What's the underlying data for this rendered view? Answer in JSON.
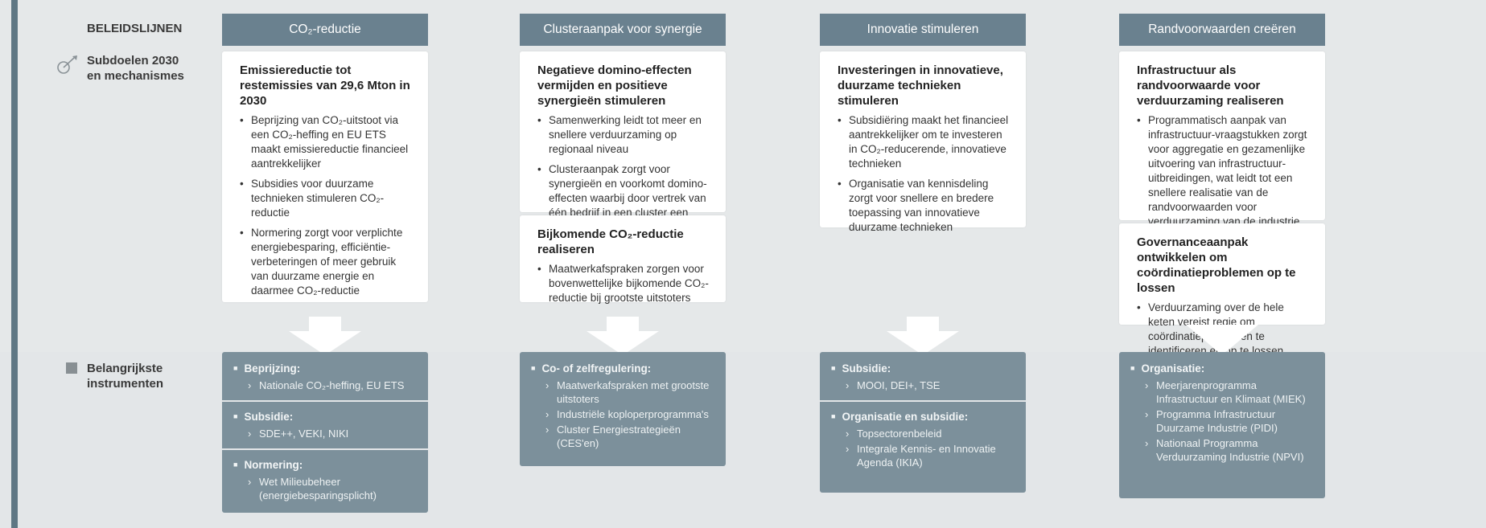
{
  "labels": {
    "beleidslijnen": "BELEIDSLIJNEN",
    "subdoelen_1": "Subdoelen 2030",
    "subdoelen_2": "en mechanismes",
    "instrumenten_1": "Belangrijkste",
    "instrumenten_2": "instrumenten"
  },
  "columns": [
    {
      "header": "CO₂-reductie",
      "cards": [
        {
          "title": "Emissiereductie tot restemissies van 29,6 Mton in 2030",
          "bullets": [
            "Beprijzing van CO₂-uitstoot via een CO₂-heffing en EU ETS maakt emissiereductie financieel aantrekkelijker",
            "Subsidies voor duurzame technieken stimuleren CO₂-reductie",
            "Normering zorgt voor verplichte energiebesparing, efficiëntie-verbeteringen of meer gebruik van duurzame energie en daarmee CO₂-reductie"
          ]
        }
      ],
      "instruments": [
        {
          "title": "Beprijzing:",
          "items": [
            "Nationale CO₂-heffing, EU ETS"
          ]
        },
        {
          "title": "Subsidie:",
          "items": [
            "SDE++, VEKI, NIKI"
          ]
        },
        {
          "title": "Normering:",
          "items": [
            "Wet Milieubeheer (energiebesparingsplicht)"
          ]
        }
      ]
    },
    {
      "header": "Clusteraanpak voor synergie",
      "cards": [
        {
          "title": "Negatieve domino-effecten vermijden en positieve synergieën stimuleren",
          "bullets": [
            "Samenwerking leidt tot meer en snellere verduurzaming op regionaal niveau",
            "Clusteraanpak zorgt voor synergieën en voorkomt domino-effecten waarbij door vertrek van één bedrijf in een cluster een domino aan negatieve effecten ontstaat"
          ]
        },
        {
          "title": "Bijkomende CO₂-reductie realiseren",
          "bullets": [
            "Maatwerkafspraken zorgen voor bovenwettelijke bijkomende CO₂-reductie bij grootste uitstoters"
          ]
        }
      ],
      "instruments": [
        {
          "title": "Co- of zelfregulering:",
          "items": [
            "Maatwerkafspraken met grootste uitstoters",
            "Industriële koploperprogramma's",
            "Cluster Energiestrategieën (CES'en)"
          ]
        }
      ]
    },
    {
      "header": "Innovatie stimuleren",
      "cards": [
        {
          "title": "Investeringen in innovatieve, duurzame technieken stimuleren",
          "bullets": [
            "Subsidiëring maakt het financieel aantrekkelijker om te investeren in CO₂-reducerende, innovatieve technieken",
            "Organisatie van kennisdeling zorgt voor snellere en bredere toepassing van innovatieve duurzame technieken"
          ]
        }
      ],
      "instruments": [
        {
          "title": "Subsidie:",
          "items": [
            "MOOI, DEI+, TSE"
          ]
        },
        {
          "title": "Organisatie en subsidie:",
          "items": [
            "Topsectorenbeleid",
            "Integrale Kennis- en Innovatie Agenda (IKIA)"
          ]
        }
      ]
    },
    {
      "header": "Randvoorwaarden creëren",
      "cards": [
        {
          "title": "Infrastructuur als randvoorwaarde voor verduurzaming realiseren",
          "bullets": [
            "Programmatisch aanpak van infrastructuur-vraagstukken zorgt voor aggregatie en gezamenlijke uitvoering van infrastructuur-uitbreidingen, wat leidt tot een snellere realisatie van de randvoorwaarden voor verduurzaming van de industrie."
          ]
        },
        {
          "title": "Governanceaanpak ontwikkelen om coördinatieproblemen op te lossen",
          "bullets": [
            "Verduurzaming over de hele keten vereist regie om coördinatieproblemen te identificeren en op te lossen."
          ]
        }
      ],
      "instruments": [
        {
          "title": "Organisatie:",
          "items": [
            "Meerjarenprogramma Infrastructuur en Klimaat (MIEK)",
            "Programma Infrastructuur Duurzame Industrie (PIDI)",
            "Nationaal Programma Verduurzaming Industrie (NPVI)"
          ]
        }
      ]
    }
  ]
}
